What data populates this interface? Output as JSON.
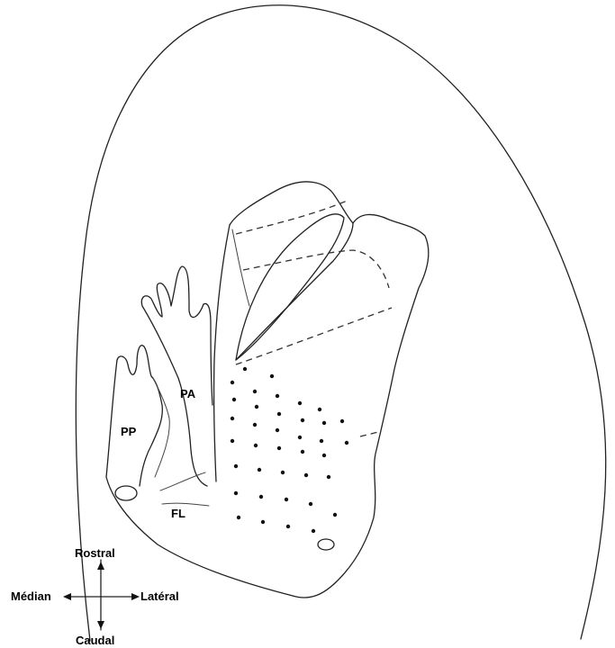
{
  "labels": {
    "region_pa": "PA",
    "region_pp": "PP",
    "region_fl": "FL"
  },
  "orientation": {
    "rostral": "Rostral",
    "caudal": "Caudal",
    "median": "Médian",
    "lateral": "Latéral"
  },
  "colors": {
    "background": "#ffffff",
    "ink": "#222222"
  }
}
